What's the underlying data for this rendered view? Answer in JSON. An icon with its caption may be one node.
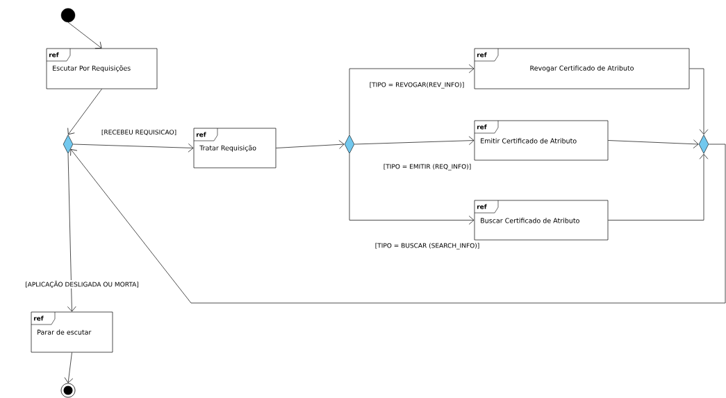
{
  "diagram": {
    "nodes": [
      {
        "text": [],
        "shape": "circle"
      },
      {
        "text": [
          "ref",
          "Escutar Por Requisições"
        ]
      },
      {
        "text": [],
        "shape": "diamond"
      },
      {
        "text": [
          "ref",
          "Tratar Requisição"
        ]
      },
      {
        "text": [],
        "shape": "diamond"
      },
      {
        "text": [
          "ref",
          "Revogar Certificado de Atributo"
        ]
      },
      {
        "text": [
          "ref",
          "Emitir Certificado de Atributo"
        ]
      },
      {
        "text": [
          "ref",
          "Buscar Certificado de Atributo"
        ]
      },
      {
        "text": [],
        "shape": "diamond"
      },
      {
        "text": [
          "ref",
          "Parar de escutar"
        ]
      },
      {
        "text": [],
        "shape": "circle"
      }
    ],
    "edges": [
      {
        "from": 0,
        "to": 1,
        "arrow": "to"
      },
      {
        "from": 1,
        "to": 2,
        "arrow": "to"
      },
      {
        "from": 2,
        "to": 3,
        "arrow": "to",
        "label": "[RECEBEU REQUISICAO]"
      },
      {
        "from": 3,
        "to": 4,
        "arrow": "to"
      },
      {
        "from": 4,
        "to": 5,
        "arrow": "to",
        "label": "[TIPO = REVOGAR(REV_INFO)]"
      },
      {
        "from": 4,
        "to": 6,
        "arrow": "to",
        "label": "[TIPO = EMITIR (REQ_INFO)]"
      },
      {
        "from": 4,
        "to": 7,
        "arrow": "to",
        "label": "[TIPO = BUSCAR (SEARCH_INFO)]"
      },
      {
        "from": 5,
        "to": 8,
        "arrow": "to"
      },
      {
        "from": 6,
        "to": 8,
        "arrow": "to"
      },
      {
        "from": 7,
        "to": 8,
        "arrow": "to"
      },
      {
        "from": 8,
        "to": 2,
        "arrow": "to"
      },
      {
        "from": 2,
        "to": 9,
        "arrow": "to",
        "label": "[APLICAÇÃO DESLIGADA OU MORTA]"
      },
      {
        "from": 9,
        "to": 10,
        "arrow": "to"
      }
    ]
  }
}
